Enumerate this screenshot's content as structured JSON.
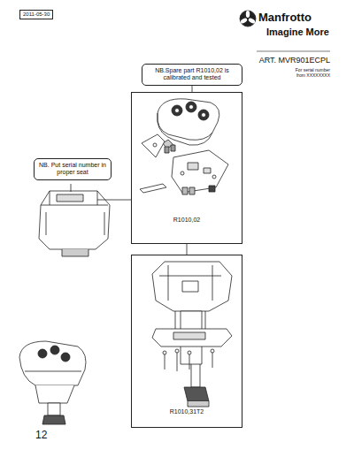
{
  "diagram": {
    "nodes": [
      {
        "text": [
          "2011-05-30"
        ]
      },
      {
        "text": [
          "NB.Spare part R1010,02 is calibrated and tested"
        ]
      },
      {
        "text": [
          "NB. Put serial number in proper seat"
        ]
      },
      {
        "text": [
          "R1010,02"
        ]
      },
      {
        "text": [
          "R1010,31T2"
        ]
      }
    ],
    "edges": [
      {
        "from": 1,
        "to": 3,
        "arrow": "none"
      },
      {
        "from": 3,
        "to": 4,
        "arrow": "none"
      }
    ],
    "labels": [
      "Manfrotto",
      "Imagine More",
      "ART. MVR901ECPL",
      "For serial number",
      "from XXXXXXXX",
      "12"
    ]
  }
}
